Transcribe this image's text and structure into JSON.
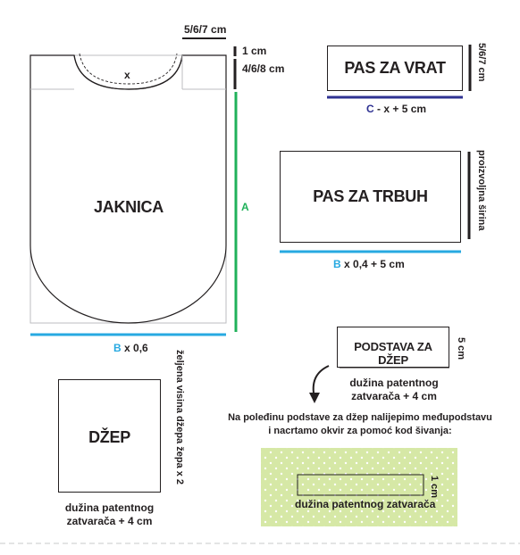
{
  "jacket": {
    "title": "JAKNICA",
    "neck_x": "x",
    "top_dim": "5/6/7 cm",
    "dim_1cm": "1 cm",
    "dim_468": "4/6/8 cm",
    "side_letter": "A",
    "bottom_letter": "B",
    "bottom_suffix": "x 0,6"
  },
  "neck_band": {
    "title": "PAS ZA VRAT",
    "side_dim": "5/6/7 cm",
    "bottom_letter": "C",
    "bottom_suffix": "- x + 5 cm"
  },
  "waist_band": {
    "title": "PAS ZA TRBUH",
    "side_dim": "proizvoljna širina",
    "bottom_letter": "B",
    "bottom_suffix": "x 0,4 + 5 cm"
  },
  "pocket_lining": {
    "title": "PODSTAVA ZA DŽEP",
    "side_dim": "5 cm",
    "line1": "dužina patentnog",
    "line2": "zatvarača + 4 cm"
  },
  "pocket": {
    "title": "DŽEP",
    "side_dim": "željena visina džepa žepa x 2",
    "line1": "dužina patentnog",
    "line2": "zatvarača  + 4 cm"
  },
  "instruction": {
    "line1": "Na poleđinu podstave za džep nalijepimo međupodstavu",
    "line2": "i nacrtamo okvir za pomoć kod šivanja:"
  },
  "interfacing": {
    "side_dim": "1 cm",
    "caption": "dužina patentnog zatvarača"
  },
  "colors": {
    "green": "#20b15a",
    "blue": "#27a9e1",
    "navy": "#2e3192",
    "dark": "#231f20",
    "dots_bg": "#d6e8a6"
  }
}
